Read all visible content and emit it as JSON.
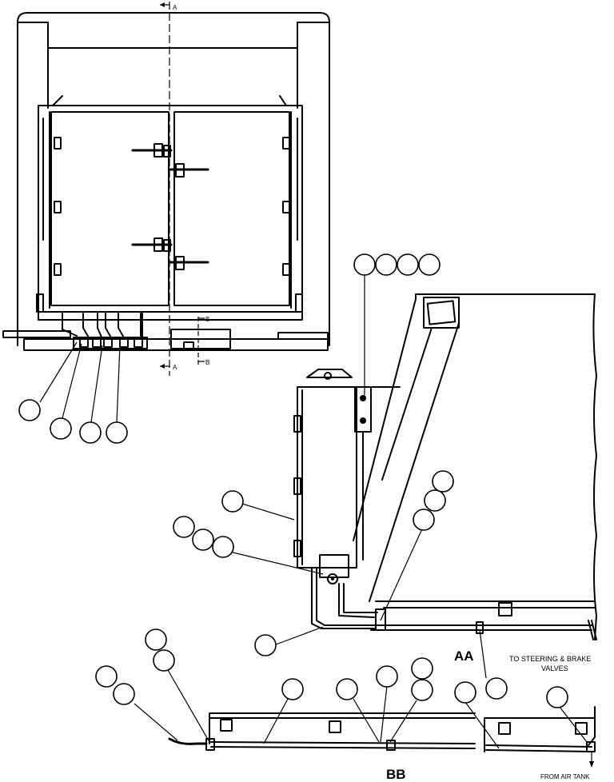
{
  "section_marks": {
    "a_top": "A",
    "a_bottom": "A",
    "b_top": "B",
    "b_bottom": "B"
  },
  "view_labels": {
    "aa": "AA",
    "bb": "BB"
  },
  "notes": {
    "steering_line1": "TO STEERING & BRAKE",
    "steering_line2": "VALVES",
    "air_tank": "FROM AIR TANK"
  }
}
